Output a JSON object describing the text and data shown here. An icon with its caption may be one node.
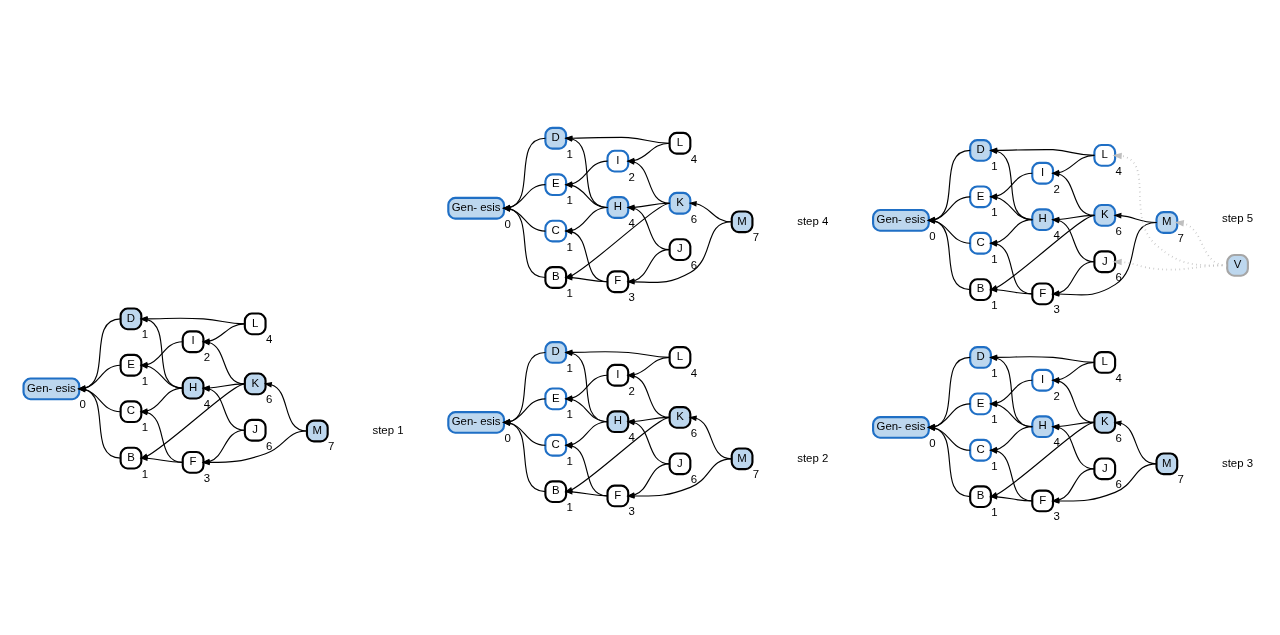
{
  "diagram": {
    "nodes": [
      {
        "text": [
          "Gen- esis"
        ],
        "beside": [
          "0"
        ]
      },
      {
        "text": [
          "B"
        ],
        "beside": [
          "1"
        ]
      },
      {
        "text": [
          "C"
        ],
        "beside": [
          "1"
        ]
      },
      {
        "text": [
          "D"
        ],
        "beside": [
          "1"
        ]
      },
      {
        "text": [
          "E"
        ],
        "beside": [
          "1"
        ]
      },
      {
        "text": [
          "F"
        ],
        "beside": [
          "3"
        ]
      },
      {
        "text": [
          "H"
        ],
        "beside": [
          "4"
        ]
      },
      {
        "text": [
          "I"
        ],
        "beside": [
          "2"
        ]
      },
      {
        "text": [
          "J"
        ],
        "beside": [
          "6"
        ]
      },
      {
        "text": [
          "K"
        ],
        "beside": [
          "6"
        ]
      },
      {
        "text": [
          "L"
        ],
        "beside": [
          "4"
        ]
      },
      {
        "text": [
          "M"
        ],
        "beside": [
          "7"
        ]
      },
      {
        "text": [
          "Gen- esis"
        ],
        "beside": [
          "0"
        ]
      },
      {
        "text": [
          "B"
        ],
        "beside": [
          "1"
        ]
      },
      {
        "text": [
          "C"
        ],
        "beside": [
          "1"
        ]
      },
      {
        "text": [
          "D"
        ],
        "beside": [
          "1"
        ]
      },
      {
        "text": [
          "E"
        ],
        "beside": [
          "1"
        ]
      },
      {
        "text": [
          "F"
        ],
        "beside": [
          "3"
        ]
      },
      {
        "text": [
          "H"
        ],
        "beside": [
          "4"
        ]
      },
      {
        "text": [
          "I"
        ],
        "beside": [
          "2"
        ]
      },
      {
        "text": [
          "J"
        ],
        "beside": [
          "6"
        ]
      },
      {
        "text": [
          "K"
        ],
        "beside": [
          "6"
        ]
      },
      {
        "text": [
          "L"
        ],
        "beside": [
          "4"
        ]
      },
      {
        "text": [
          "M"
        ],
        "beside": [
          "7"
        ]
      },
      {
        "text": [
          "Gen- esis"
        ],
        "beside": [
          "0"
        ]
      },
      {
        "text": [
          "B"
        ],
        "beside": [
          "1"
        ]
      },
      {
        "text": [
          "C"
        ],
        "beside": [
          "1"
        ]
      },
      {
        "text": [
          "D"
        ],
        "beside": [
          "1"
        ]
      },
      {
        "text": [
          "E"
        ],
        "beside": [
          "1"
        ]
      },
      {
        "text": [
          "F"
        ],
        "beside": [
          "3"
        ]
      },
      {
        "text": [
          "H"
        ],
        "beside": [
          "4"
        ]
      },
      {
        "text": [
          "I"
        ],
        "beside": [
          "2"
        ]
      },
      {
        "text": [
          "J"
        ],
        "beside": [
          "6"
        ]
      },
      {
        "text": [
          "K"
        ],
        "beside": [
          "6"
        ]
      },
      {
        "text": [
          "L"
        ],
        "beside": [
          "4"
        ]
      },
      {
        "text": [
          "M"
        ],
        "beside": [
          "7"
        ]
      },
      {
        "text": [
          "Gen- esis"
        ],
        "beside": [
          "0"
        ]
      },
      {
        "text": [
          "B"
        ],
        "beside": [
          "1"
        ]
      },
      {
        "text": [
          "C"
        ],
        "beside": [
          "1"
        ]
      },
      {
        "text": [
          "D"
        ],
        "beside": [
          "1"
        ]
      },
      {
        "text": [
          "E"
        ],
        "beside": [
          "1"
        ]
      },
      {
        "text": [
          "F"
        ],
        "beside": [
          "3"
        ]
      },
      {
        "text": [
          "H"
        ],
        "beside": [
          "4"
        ]
      },
      {
        "text": [
          "I"
        ],
        "beside": [
          "2"
        ]
      },
      {
        "text": [
          "J"
        ],
        "beside": [
          "6"
        ]
      },
      {
        "text": [
          "K"
        ],
        "beside": [
          "6"
        ]
      },
      {
        "text": [
          "L"
        ],
        "beside": [
          "4"
        ]
      },
      {
        "text": [
          "M"
        ],
        "beside": [
          "7"
        ]
      },
      {
        "text": [
          "Gen- esis"
        ],
        "beside": [
          "0"
        ]
      },
      {
        "text": [
          "B"
        ],
        "beside": [
          "1"
        ]
      },
      {
        "text": [
          "C"
        ],
        "beside": [
          "1"
        ]
      },
      {
        "text": [
          "D"
        ],
        "beside": [
          "1"
        ]
      },
      {
        "text": [
          "E"
        ],
        "beside": [
          "1"
        ]
      },
      {
        "text": [
          "F"
        ],
        "beside": [
          "3"
        ]
      },
      {
        "text": [
          "H"
        ],
        "beside": [
          "4"
        ]
      },
      {
        "text": [
          "I"
        ],
        "beside": [
          "2"
        ]
      },
      {
        "text": [
          "J"
        ],
        "beside": [
          "6"
        ]
      },
      {
        "text": [
          "K"
        ],
        "beside": [
          "6"
        ]
      },
      {
        "text": [
          "L"
        ],
        "beside": [
          "4"
        ]
      },
      {
        "text": [
          "M"
        ],
        "beside": [
          "7"
        ]
      },
      {
        "text": [
          "V"
        ]
      }
    ],
    "edges": [
      {
        "from": 1,
        "to": 0,
        "arrow": "to"
      },
      {
        "from": 2,
        "to": 0,
        "arrow": "to"
      },
      {
        "from": 3,
        "to": 0,
        "arrow": "to"
      },
      {
        "from": 4,
        "to": 0,
        "arrow": "to"
      },
      {
        "from": 5,
        "to": 1,
        "arrow": "to"
      },
      {
        "from": 5,
        "to": 2,
        "arrow": "to"
      },
      {
        "from": 8,
        "to": 5,
        "arrow": "to"
      },
      {
        "from": 8,
        "to": 6,
        "arrow": "to"
      },
      {
        "from": 11,
        "to": 5,
        "arrow": "to"
      },
      {
        "from": 11,
        "to": 9,
        "arrow": "to"
      },
      {
        "from": 6,
        "to": 2,
        "arrow": "to"
      },
      {
        "from": 6,
        "to": 3,
        "arrow": "to"
      },
      {
        "from": 6,
        "to": 4,
        "arrow": "to"
      },
      {
        "from": 9,
        "to": 6,
        "arrow": "to"
      },
      {
        "from": 9,
        "to": 1,
        "arrow": "to"
      },
      {
        "from": 9,
        "to": 7,
        "arrow": "to"
      },
      {
        "from": 10,
        "to": 3,
        "arrow": "to"
      },
      {
        "from": 10,
        "to": 7,
        "arrow": "to"
      },
      {
        "from": 7,
        "to": 4,
        "arrow": "to"
      },
      {
        "from": 13,
        "to": 12,
        "arrow": "to"
      },
      {
        "from": 14,
        "to": 12,
        "arrow": "to"
      },
      {
        "from": 15,
        "to": 12,
        "arrow": "to"
      },
      {
        "from": 16,
        "to": 12,
        "arrow": "to"
      },
      {
        "from": 17,
        "to": 13,
        "arrow": "to"
      },
      {
        "from": 17,
        "to": 14,
        "arrow": "to"
      },
      {
        "from": 20,
        "to": 17,
        "arrow": "to"
      },
      {
        "from": 20,
        "to": 18,
        "arrow": "to"
      },
      {
        "from": 23,
        "to": 17,
        "arrow": "to"
      },
      {
        "from": 23,
        "to": 21,
        "arrow": "to"
      },
      {
        "from": 18,
        "to": 14,
        "arrow": "to"
      },
      {
        "from": 18,
        "to": 15,
        "arrow": "to"
      },
      {
        "from": 18,
        "to": 16,
        "arrow": "to"
      },
      {
        "from": 21,
        "to": 18,
        "arrow": "to"
      },
      {
        "from": 21,
        "to": 13,
        "arrow": "to"
      },
      {
        "from": 21,
        "to": 19,
        "arrow": "to"
      },
      {
        "from": 22,
        "to": 15,
        "arrow": "to"
      },
      {
        "from": 22,
        "to": 19,
        "arrow": "to"
      },
      {
        "from": 19,
        "to": 16,
        "arrow": "to"
      },
      {
        "from": 25,
        "to": 24,
        "arrow": "to"
      },
      {
        "from": 26,
        "to": 24,
        "arrow": "to"
      },
      {
        "from": 27,
        "to": 24,
        "arrow": "to"
      },
      {
        "from": 28,
        "to": 24,
        "arrow": "to"
      },
      {
        "from": 29,
        "to": 25,
        "arrow": "to"
      },
      {
        "from": 29,
        "to": 26,
        "arrow": "to"
      },
      {
        "from": 32,
        "to": 29,
        "arrow": "to"
      },
      {
        "from": 32,
        "to": 30,
        "arrow": "to"
      },
      {
        "from": 35,
        "to": 29,
        "arrow": "to"
      },
      {
        "from": 35,
        "to": 33,
        "arrow": "to"
      },
      {
        "from": 30,
        "to": 26,
        "arrow": "to"
      },
      {
        "from": 30,
        "to": 27,
        "arrow": "to"
      },
      {
        "from": 30,
        "to": 28,
        "arrow": "to"
      },
      {
        "from": 33,
        "to": 30,
        "arrow": "to"
      },
      {
        "from": 33,
        "to": 25,
        "arrow": "to"
      },
      {
        "from": 33,
        "to": 31,
        "arrow": "to"
      },
      {
        "from": 34,
        "to": 27,
        "arrow": "to"
      },
      {
        "from": 34,
        "to": 31,
        "arrow": "to"
      },
      {
        "from": 31,
        "to": 28,
        "arrow": "to"
      },
      {
        "from": 37,
        "to": 36,
        "arrow": "to"
      },
      {
        "from": 38,
        "to": 36,
        "arrow": "to"
      },
      {
        "from": 39,
        "to": 36,
        "arrow": "to"
      },
      {
        "from": 40,
        "to": 36,
        "arrow": "to"
      },
      {
        "from": 41,
        "to": 37,
        "arrow": "to"
      },
      {
        "from": 41,
        "to": 38,
        "arrow": "to"
      },
      {
        "from": 44,
        "to": 41,
        "arrow": "to"
      },
      {
        "from": 44,
        "to": 42,
        "arrow": "to"
      },
      {
        "from": 47,
        "to": 41,
        "arrow": "to"
      },
      {
        "from": 47,
        "to": 45,
        "arrow": "to"
      },
      {
        "from": 42,
        "to": 38,
        "arrow": "to"
      },
      {
        "from": 42,
        "to": 39,
        "arrow": "to"
      },
      {
        "from": 42,
        "to": 40,
        "arrow": "to"
      },
      {
        "from": 45,
        "to": 42,
        "arrow": "to"
      },
      {
        "from": 45,
        "to": 37,
        "arrow": "to"
      },
      {
        "from": 45,
        "to": 43,
        "arrow": "to"
      },
      {
        "from": 46,
        "to": 39,
        "arrow": "to"
      },
      {
        "from": 46,
        "to": 43,
        "arrow": "to"
      },
      {
        "from": 43,
        "to": 40,
        "arrow": "to"
      },
      {
        "from": 49,
        "to": 48,
        "arrow": "to"
      },
      {
        "from": 50,
        "to": 48,
        "arrow": "to"
      },
      {
        "from": 51,
        "to": 48,
        "arrow": "to"
      },
      {
        "from": 52,
        "to": 48,
        "arrow": "to"
      },
      {
        "from": 53,
        "to": 49,
        "arrow": "to"
      },
      {
        "from": 53,
        "to": 50,
        "arrow": "to"
      },
      {
        "from": 56,
        "to": 53,
        "arrow": "to"
      },
      {
        "from": 56,
        "to": 54,
        "arrow": "to"
      },
      {
        "from": 59,
        "to": 53,
        "arrow": "to"
      },
      {
        "from": 59,
        "to": 57,
        "arrow": "to"
      },
      {
        "from": 54,
        "to": 50,
        "arrow": "to"
      },
      {
        "from": 54,
        "to": 51,
        "arrow": "to"
      },
      {
        "from": 54,
        "to": 52,
        "arrow": "to"
      },
      {
        "from": 57,
        "to": 54,
        "arrow": "to"
      },
      {
        "from": 57,
        "to": 49,
        "arrow": "to"
      },
      {
        "from": 57,
        "to": 55,
        "arrow": "to"
      },
      {
        "from": 58,
        "to": 51,
        "arrow": "to"
      },
      {
        "from": 58,
        "to": 55,
        "arrow": "to"
      },
      {
        "from": 55,
        "to": 52,
        "arrow": "to"
      },
      {
        "from": 60,
        "to": 56,
        "arrow": "to",
        "style": "dashed",
        "color": "#bfbfbf"
      },
      {
        "from": 60,
        "to": 59,
        "arrow": "to",
        "style": "dashed",
        "color": "#bfbfbf"
      },
      {
        "from": 60,
        "to": 58,
        "arrow": "to",
        "style": "dashed",
        "color": "#bfbfbf"
      }
    ],
    "labels": [
      "step 1",
      "step 2",
      "step 3",
      "step 4",
      "step 5"
    ]
  }
}
